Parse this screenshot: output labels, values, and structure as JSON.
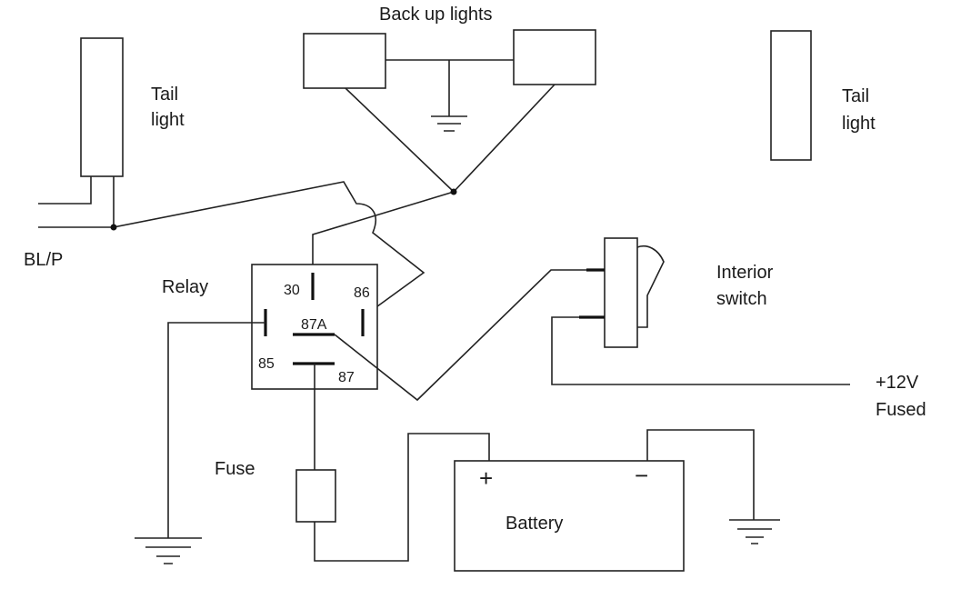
{
  "labels": {
    "backup_lights": "Back up lights",
    "tail_light_left_1": "Tail",
    "tail_light_left_2": "light",
    "tail_light_right_1": "Tail",
    "tail_light_right_2": "light",
    "bl_p": "BL/P",
    "relay": "Relay",
    "pin_30": "30",
    "pin_86": "86",
    "pin_87a": "87A",
    "pin_85": "85",
    "pin_87": "87",
    "interior_switch_1": "Interior",
    "interior_switch_2": "switch",
    "plus12v_1": "+12V",
    "plus12v_2": "Fused",
    "fuse": "Fuse",
    "battery": "Battery",
    "battery_plus": "+",
    "battery_minus": "−"
  }
}
